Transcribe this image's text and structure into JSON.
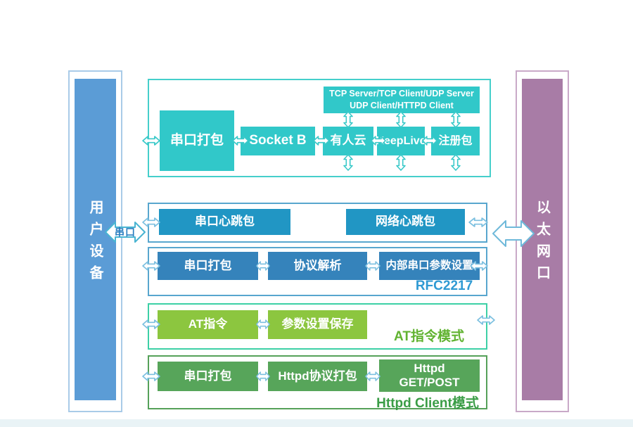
{
  "left_bar": {
    "label": "用户设备",
    "fill": "#5b9cd6",
    "border": "#a9cbe8"
  },
  "right_bar": {
    "label": "以太网口",
    "fill": "#a87ca6",
    "border": "#c9a9c8"
  },
  "serial_arrow": {
    "label": "串口"
  },
  "socket_group": {
    "accent": "#31c8c9",
    "header_line1": "TCP Server/TCP Client/UDP Server",
    "header_line2": "UDP Client/HTTPD Client",
    "serial_pack": "串口打包",
    "socket_b": "Socket B",
    "usr_cloud": "有人云",
    "keeplive": "KeepLive",
    "register_pack": "注册包"
  },
  "heartbeat_group": {
    "accent": "#2196c4",
    "serial_heartbeat": "串口心跳包",
    "network_heartbeat": "网络心跳包"
  },
  "rfc2217_group": {
    "accent": "#3583bb",
    "serial_pack": "串口打包",
    "protocol_parse": "协议解析",
    "internal_serial_params": "内部串口参数设置",
    "caption": "RFC2217"
  },
  "at_group": {
    "accent": "#8cc63f",
    "at_cmd": "AT指令",
    "param_save": "参数设置保存",
    "caption": "AT指令模式"
  },
  "httpd_group": {
    "accent": "#57a55a",
    "serial_pack": "串口打包",
    "httpd_pack": "Httpd协议打包",
    "httpd_getpost_line1": "Httpd",
    "httpd_getpost_line2": "GET/POST",
    "caption": "Httpd Client模式"
  }
}
